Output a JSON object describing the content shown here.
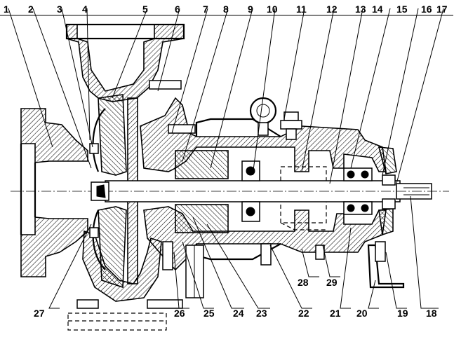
{
  "part_numbers": {
    "top": [
      "1",
      "2",
      "3",
      "4",
      "5",
      "6",
      "7",
      "8",
      "9",
      "10",
      "11",
      "12",
      "13",
      "14",
      "15",
      "16",
      "17"
    ],
    "bottom": [
      "18",
      "19",
      "20",
      "21",
      "22",
      "23",
      "24",
      "25",
      "26",
      "27"
    ],
    "middle": [
      "28",
      "29"
    ]
  }
}
